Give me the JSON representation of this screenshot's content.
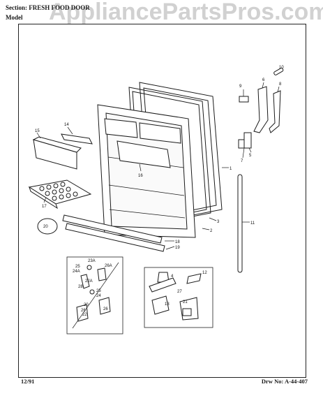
{
  "header": {
    "section_label": "Section:",
    "section_title": "FRESH FOOD DOOR",
    "model_label": "Model"
  },
  "watermark": "AppliancePartsPros.com",
  "footer": {
    "date": "12/91",
    "drawing_number": "Drw No: A-44-407"
  },
  "callouts": {
    "c1": "1",
    "c2": "2",
    "c3": "3",
    "c4": "4",
    "c5": "5",
    "c6": "6",
    "c7": "7",
    "c8": "8",
    "c9": "9",
    "c10": "10",
    "c11": "11",
    "c12": "12",
    "c13": "13",
    "c14": "14",
    "c15": "15",
    "c16": "16",
    "c17": "17",
    "c18": "18",
    "c19": "19",
    "c20": "20",
    "c21": "21",
    "c22": "22",
    "c22a": "22A",
    "c23a": "23A",
    "c24": "24",
    "c24a": "24A",
    "c25": "25",
    "c25b": "25",
    "c24b": "24",
    "c26": "26",
    "c26a": "26A",
    "c26b": "26",
    "c27": "27",
    "c20b": "20",
    "c28": "28"
  }
}
